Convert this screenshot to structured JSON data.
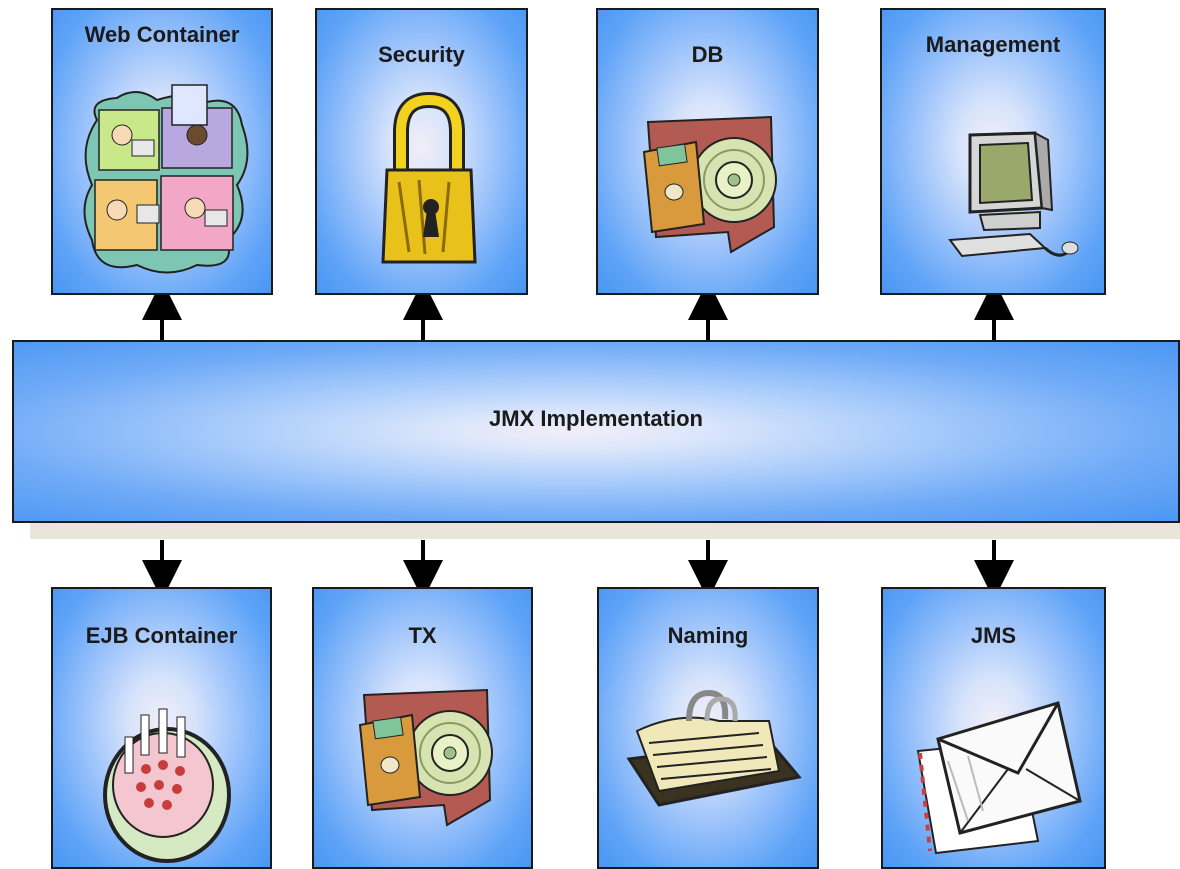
{
  "diagram": {
    "center": {
      "label": "JMX Implementation"
    },
    "top_boxes": [
      {
        "label": "Web Container",
        "icon": "people-collage-icon"
      },
      {
        "label": "Security",
        "icon": "padlock-icon"
      },
      {
        "label": "DB",
        "icon": "disk-and-cd-icon"
      },
      {
        "label": "Management",
        "icon": "computer-icon"
      }
    ],
    "bottom_boxes": [
      {
        "label": "EJB Container",
        "icon": "beaker-rack-icon"
      },
      {
        "label": "TX",
        "icon": "disk-and-cd-icon"
      },
      {
        "label": "Naming",
        "icon": "rolodex-icon"
      },
      {
        "label": "JMS",
        "icon": "envelopes-icon"
      }
    ],
    "colors": {
      "box_fill": "#5ea3f7",
      "border": "#1a1a1a",
      "arrow": "#000000"
    }
  }
}
